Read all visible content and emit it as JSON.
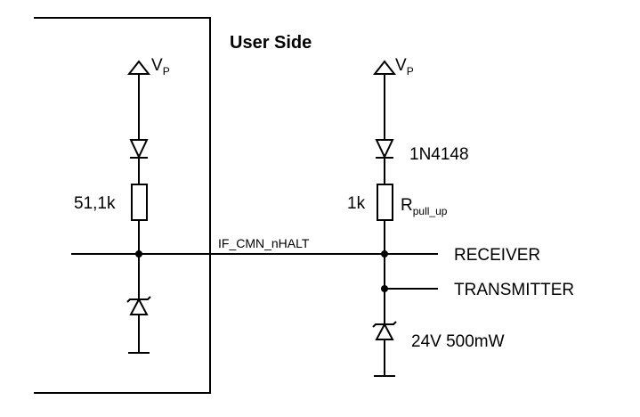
{
  "diagram": {
    "title": "User Side",
    "left_supply": {
      "main": "V",
      "sub": "P"
    },
    "right_supply": {
      "main": "V",
      "sub": "P"
    },
    "left_resistor_value": "51,1k",
    "net_label": "IF_CMN_nHALT",
    "diode_part": "1N4148",
    "pullup_value": "1k",
    "pullup_name": {
      "main": "R",
      "sub": "pull_up"
    },
    "receiver_label": "RECEIVER",
    "transmitter_label": "TRANSMITTER",
    "zener_rating": "24V 500mW"
  }
}
